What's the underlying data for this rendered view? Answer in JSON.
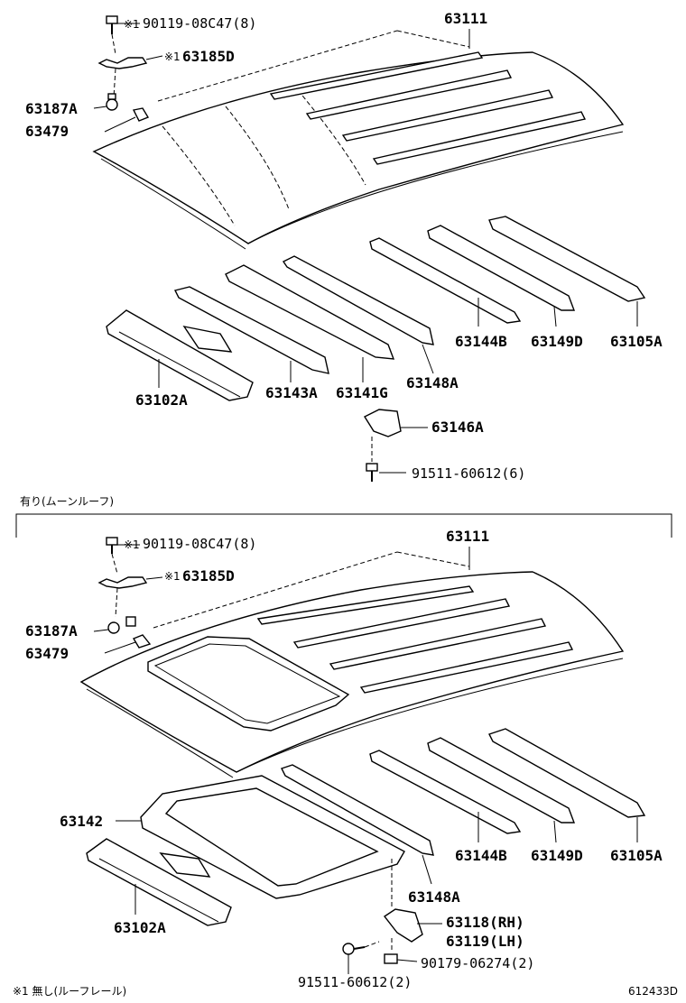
{
  "note_symbol": "※1",
  "section_variant_label": "有り(ムーンルーフ)",
  "footnote": "※1 無し(ルーフレール)",
  "diagram_code": "612433D",
  "top": {
    "labels": {
      "screw": "90119-08C47(8)",
      "bracket": "63185D",
      "roof": "63111",
      "clip": "63187A",
      "retainer": "63479",
      "reinf_front": "63102A",
      "bow_a": "63143A",
      "bow_g": "63141G",
      "rail_a": "63148A",
      "rail_b": "63144B",
      "rail_d": "63149D",
      "rail_rear": "63105A",
      "bracket_146": "63146A",
      "bolt": "91511-60612(6)"
    }
  },
  "bottom": {
    "labels": {
      "screw": "90119-08C47(8)",
      "bracket": "63185D",
      "roof": "63111",
      "clip": "63187A",
      "retainer": "63479",
      "frame": "63142",
      "reinf_front": "63102A",
      "rail_a": "63148A",
      "rail_b": "63144B",
      "rail_d": "63149D",
      "rail_rear": "63105A",
      "bracket_rh": "63118(RH)",
      "bracket_lh": "63119(LH)",
      "nut": "90179-06274(2)",
      "bolt": "91511-60612(2)"
    }
  }
}
